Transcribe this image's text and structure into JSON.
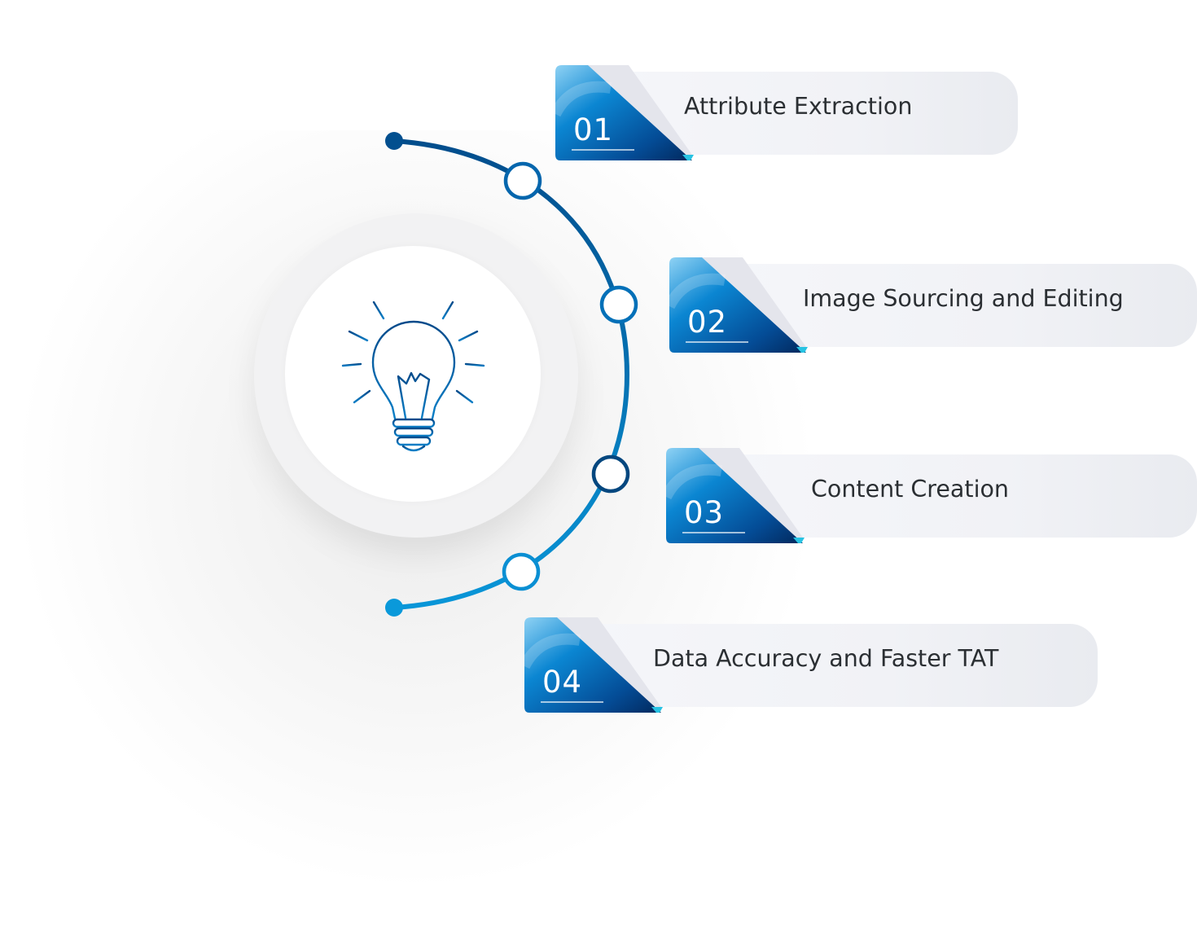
{
  "colors": {
    "arc_start": "#014d8c",
    "arc_end": "#0996d8",
    "badge_light": "#7ec9f0",
    "badge_mid": "#0775c6",
    "badge_dark": "#032f68",
    "badge_accent": "#28c3e3"
  },
  "center": {
    "icon": "lightbulb-icon"
  },
  "steps": [
    {
      "number": "01",
      "label": "Attribute Extraction"
    },
    {
      "number": "02",
      "label": "Image Sourcing and Editing"
    },
    {
      "number": "03",
      "label": "Content Creation"
    },
    {
      "number": "04",
      "label": "Data Accuracy and Faster TAT"
    }
  ]
}
